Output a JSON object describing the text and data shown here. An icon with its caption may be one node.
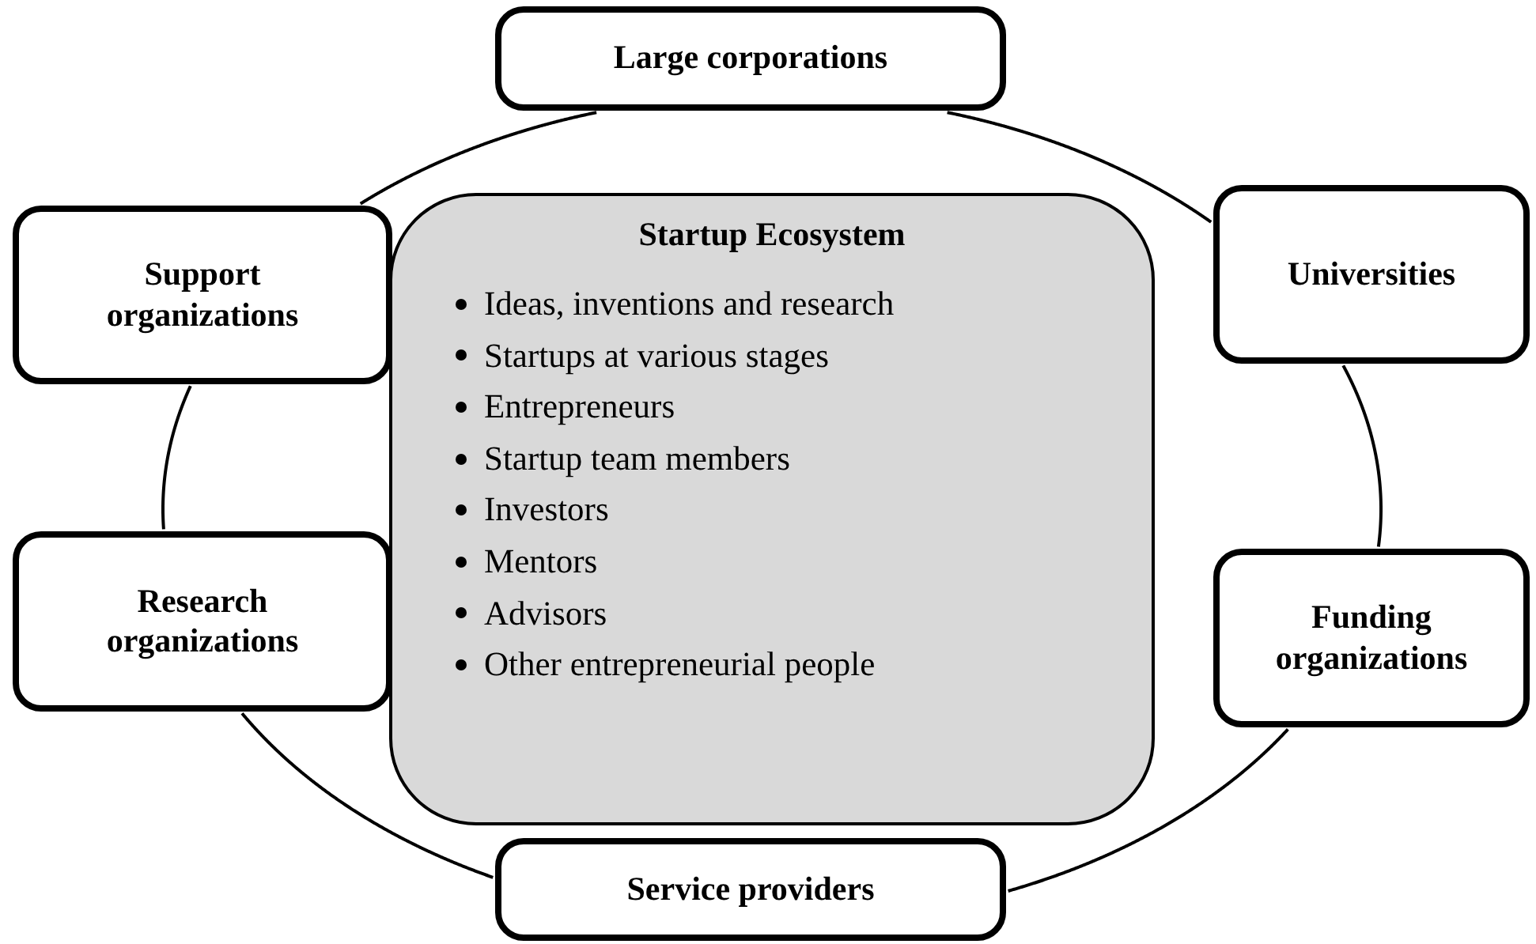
{
  "diagram": {
    "nodes": [
      {
        "text": [
          "Large corporations"
        ]
      },
      {
        "text": [
          "Support organizations"
        ]
      },
      {
        "text": [
          "Universities"
        ]
      },
      {
        "text": [
          "Startup Ecosystem",
          "Ideas, inventions and research",
          "Startups at various stages",
          "Entrepreneurs",
          "Startup team members",
          "Investors",
          "Mentors",
          "Advisors",
          "Other entrepreneurial people"
        ]
      },
      {
        "text": [
          "Research organizations"
        ]
      },
      {
        "text": [
          "Funding organizations"
        ]
      },
      {
        "text": [
          "Service providers"
        ]
      }
    ],
    "edges": [
      {
        "from": 0,
        "to": 2,
        "arrow": "none"
      },
      {
        "from": 2,
        "to": 5,
        "arrow": "none"
      },
      {
        "from": 5,
        "to": 6,
        "arrow": "none"
      },
      {
        "from": 6,
        "to": 4,
        "arrow": "none"
      },
      {
        "from": 4,
        "to": 1,
        "arrow": "none"
      },
      {
        "from": 1,
        "to": 0,
        "arrow": "none"
      }
    ]
  }
}
